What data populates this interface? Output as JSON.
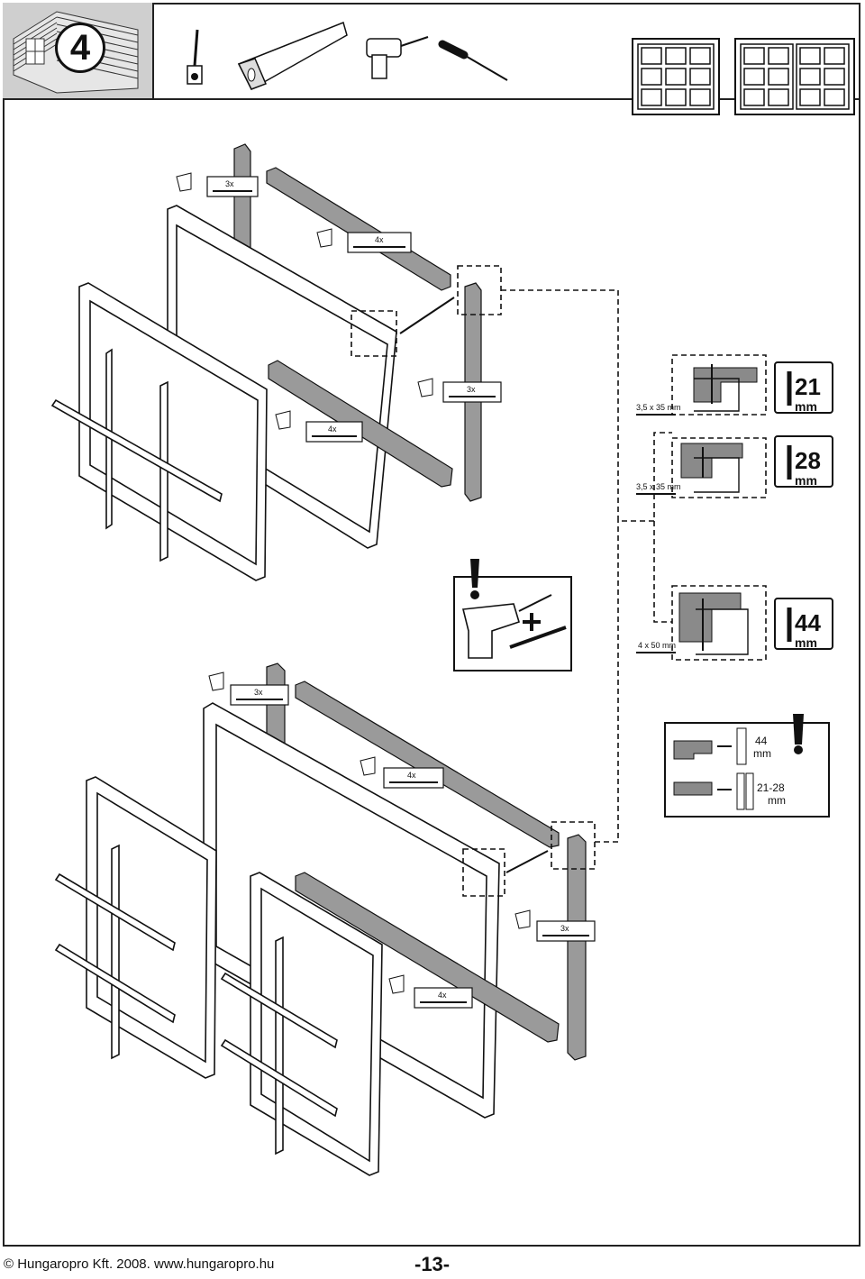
{
  "step": {
    "number": "4"
  },
  "screw_labels": {
    "top_left": "3x",
    "top_mid": "4x",
    "mid_right": "3x",
    "mid_left": "4x",
    "lower_left": "3x",
    "lower_mid": "4x",
    "lower_right": "3x",
    "lower_bottom": "4x"
  },
  "profiles": [
    {
      "screw": "3,5 x 35 mm",
      "thickness": "21",
      "unit": "mm"
    },
    {
      "screw": "3,5 x 35 mm",
      "thickness": "28",
      "unit": "mm"
    },
    {
      "screw": "4 x 50 mm",
      "thickness": "44",
      "unit": "mm"
    }
  ],
  "legend": {
    "row1_value": "44",
    "row1_unit": "mm",
    "row2_value": "21-28",
    "row2_unit": "mm"
  },
  "footer": {
    "copyright": "© Hungaropro Kft. 2008. www.hungaropro.hu",
    "page": "-13-"
  }
}
